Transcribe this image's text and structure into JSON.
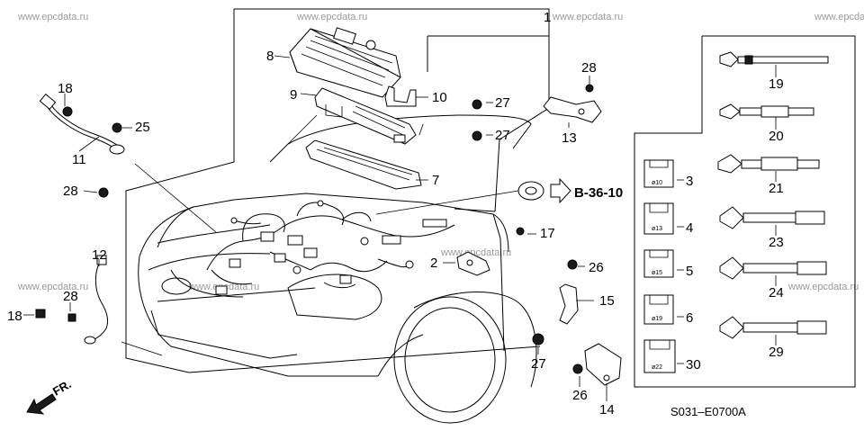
{
  "watermark": "www.epcdata.ru",
  "callouts": {
    "c1": "1",
    "c2": "2",
    "c3": "3",
    "c4": "4",
    "c5": "5",
    "c6": "6",
    "c7": "7",
    "c8": "8",
    "c9": "9",
    "c10": "10",
    "c11": "11",
    "c12": "12",
    "c13": "13",
    "c14": "14",
    "c15": "15",
    "c17": "17",
    "c18a": "18",
    "c18b": "18",
    "c19": "19",
    "c20": "20",
    "c21": "21",
    "c23": "23",
    "c24": "24",
    "c25": "25",
    "c26a": "26",
    "c26b": "26",
    "c27a": "27",
    "c27b": "27",
    "c27c": "27",
    "c28a": "28",
    "c28b": "28",
    "c28c": "28",
    "c29": "29",
    "c30": "30"
  },
  "clip_sizes": {
    "s3": "ø10",
    "s4": "ø13",
    "s5": "ø15",
    "s6": "ø19",
    "s30": "ø22"
  },
  "reference": "B-36-10",
  "diagram_code": "S031–E0700A",
  "direction_label": "FR."
}
